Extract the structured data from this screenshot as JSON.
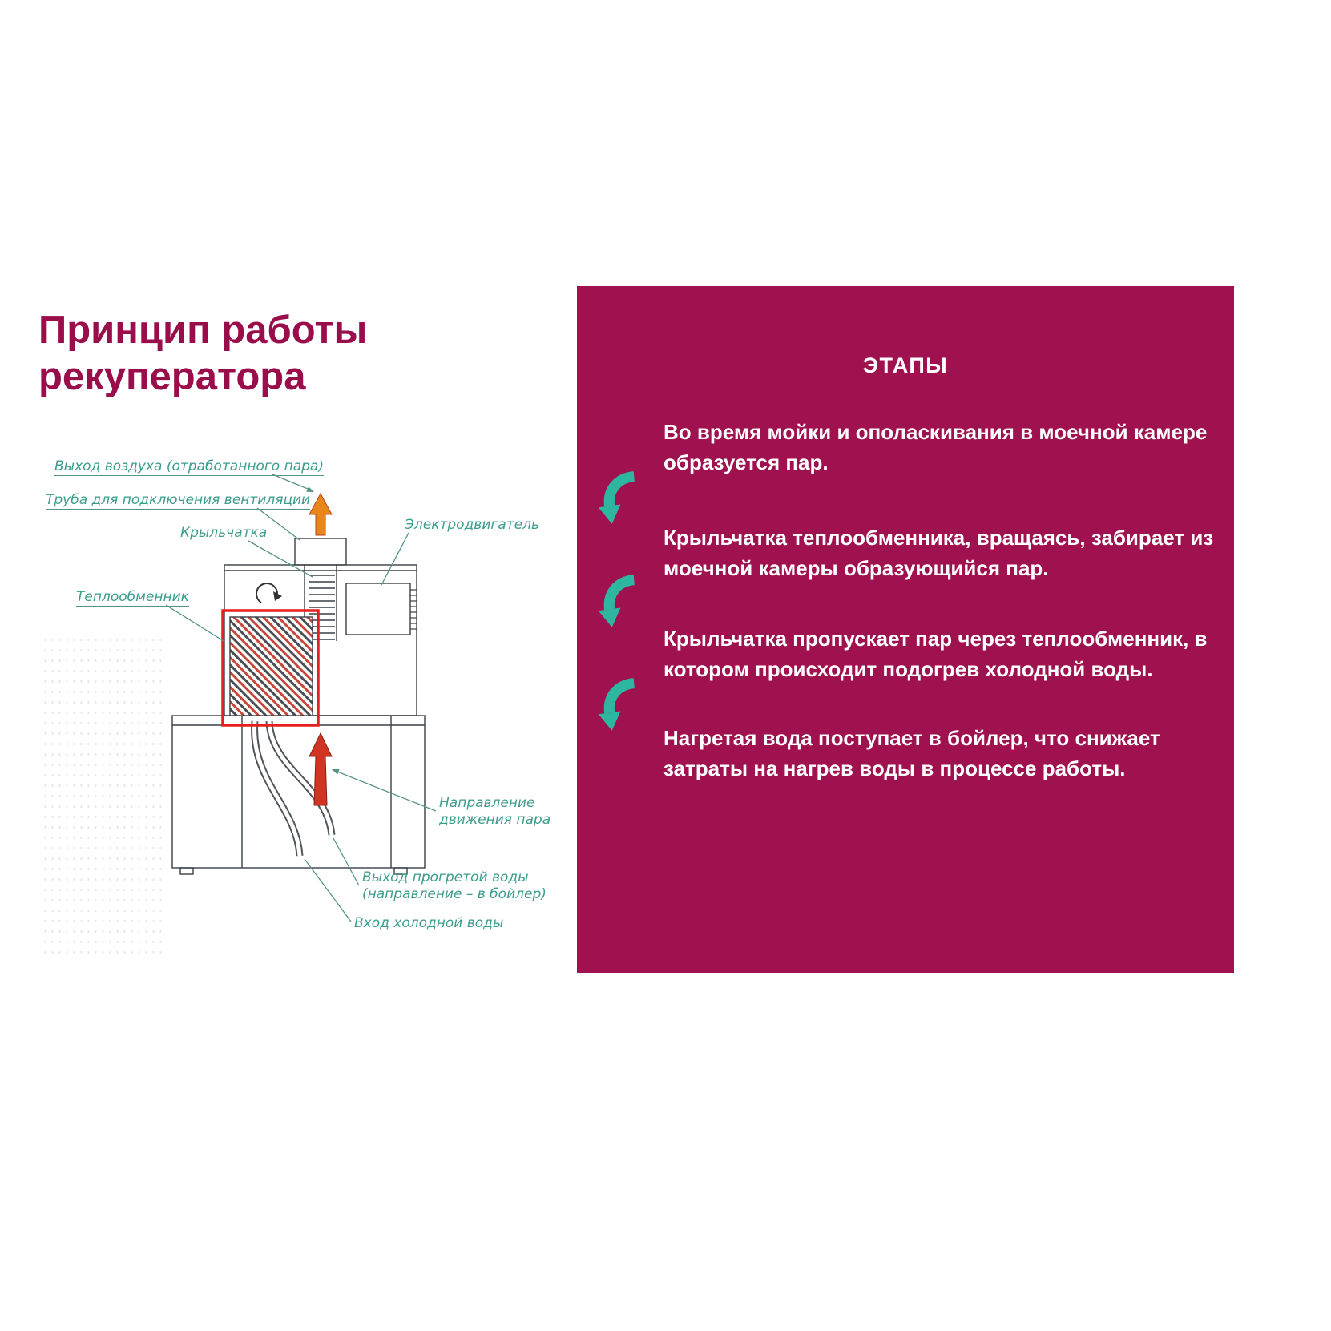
{
  "slide": {
    "background": "#ffffff"
  },
  "title": {
    "line1": "Принцип работы",
    "line2": "рекуператора",
    "color": "#9a0d4b"
  },
  "diagram": {
    "label_color": "#3c9d8d",
    "line_color": "#3a3f44",
    "highlight_color": "#e81e1e",
    "steam_arrow_color": "#cf3522",
    "air_arrow_color": "#e8861c",
    "labels": {
      "air_out": "Выход воздуха (отработанного пара)",
      "vent_pipe": "Труба для подключения вентиляции",
      "impeller": "Крыльчатка",
      "motor": "Электродвигатель",
      "heat_exchanger": "Теплообменник",
      "steam_direction": [
        "Направление",
        "движения пара"
      ],
      "hot_water_out": [
        "Выход прогретой воды",
        "(направление – в бойлер)"
      ],
      "cold_water_in": "Вход холодной воды"
    }
  },
  "panel": {
    "background": "#a0124f",
    "text_color": "#ffffff",
    "arrow_color": "#2eb7a0",
    "heading": "ЭТАПЫ",
    "steps": [
      {
        "lines": [
          "Во время мойки и ополаскивания в моечной камере",
          "образуется пар."
        ]
      },
      {
        "lines": [
          "Крыльчатка теплообменника, вращаясь, забирает из",
          "моечной камеры образующийся пар."
        ]
      },
      {
        "lines": [
          "Крыльчатка пропускает пар через теплообменник, в",
          "котором происходит подогрев холодной воды."
        ]
      },
      {
        "lines": [
          "Нагретая вода поступает в бойлер, что снижает",
          "затраты на нагрев воды в процессе работы."
        ]
      }
    ]
  }
}
